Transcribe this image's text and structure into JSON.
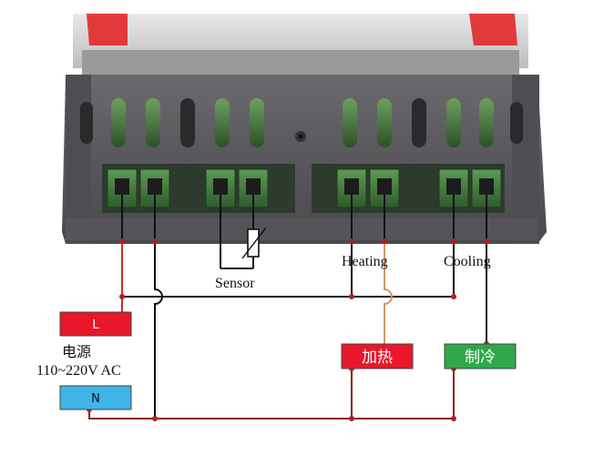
{
  "labels": {
    "sensor": "Sensor",
    "heating": "Heating",
    "cooling": "Cooling"
  },
  "power": {
    "live": "L",
    "neutral": "N",
    "title": "电源",
    "voltage": "110~220V AC"
  },
  "loads": {
    "heating": "加热",
    "cooling": "制冷"
  },
  "colors": {
    "live_box": "#e8182a",
    "neutral_box": "#3fb4e8",
    "heating_box": "#e8182a",
    "cooling_box": "#2fa84a",
    "live_wire": "#c8321e",
    "neutral_wire": "#8a2020",
    "heating_wire": "#c89a6a",
    "device_body": "#5e5e62",
    "vent_green": "#3c6e3a",
    "terminal_green": "#4a8a46"
  }
}
